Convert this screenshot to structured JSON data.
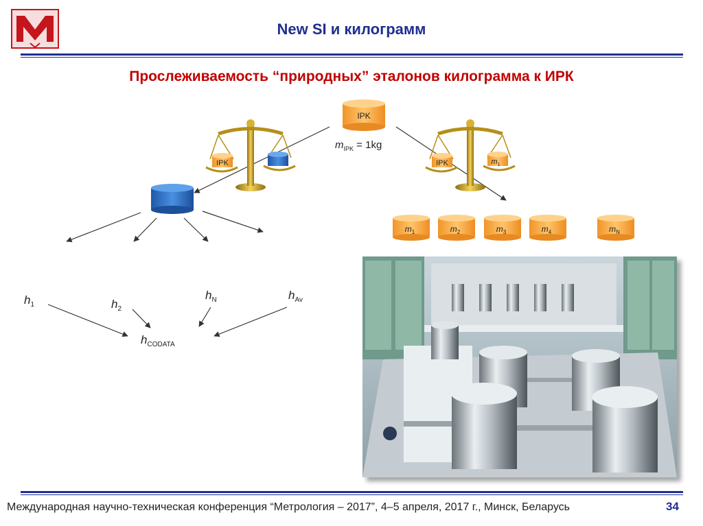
{
  "slide": {
    "title": "New SI и килограмм",
    "subtitle": "Прослеживаемость “природных” эталонов килограмма к ИРК"
  },
  "diagram": {
    "ipk_label": "IPK",
    "ipk_equation": {
      "m": "m",
      "sub": "IPK",
      "rest": " = 1kg"
    },
    "left_scale_pans": {
      "left": "IPK",
      "right": ""
    },
    "right_scale_pans": {
      "left": "IPK",
      "right_m": "m",
      "right_sub": "1"
    },
    "masses": [
      {
        "m": "m",
        "sub": "1"
      },
      {
        "m": "m",
        "sub": "2"
      },
      {
        "m": "m",
        "sub": "3"
      },
      {
        "m": "m",
        "sub": "4"
      },
      {
        "m": "m",
        "sub": "N"
      }
    ],
    "h_values": [
      {
        "h": "h",
        "sub": "1"
      },
      {
        "h": "h",
        "sub": "2"
      },
      {
        "h": "h",
        "sub": "N"
      },
      {
        "h": "h",
        "sub": "Av"
      }
    ],
    "h_codata": {
      "h": "h",
      "sub": "CODATA"
    }
  },
  "footer": {
    "text": "Международная научно-техническая конференция “Метрология – 2017”, 4–5 апреля, 2017 г., Минск, Беларусь",
    "page": "34"
  },
  "colors": {
    "title_blue": "#1f2f8f",
    "subtitle_red": "#c00000",
    "orange_weight": "#f5a53a",
    "blue_weight": "#2d6fc0",
    "brass": "#c9a21f"
  }
}
